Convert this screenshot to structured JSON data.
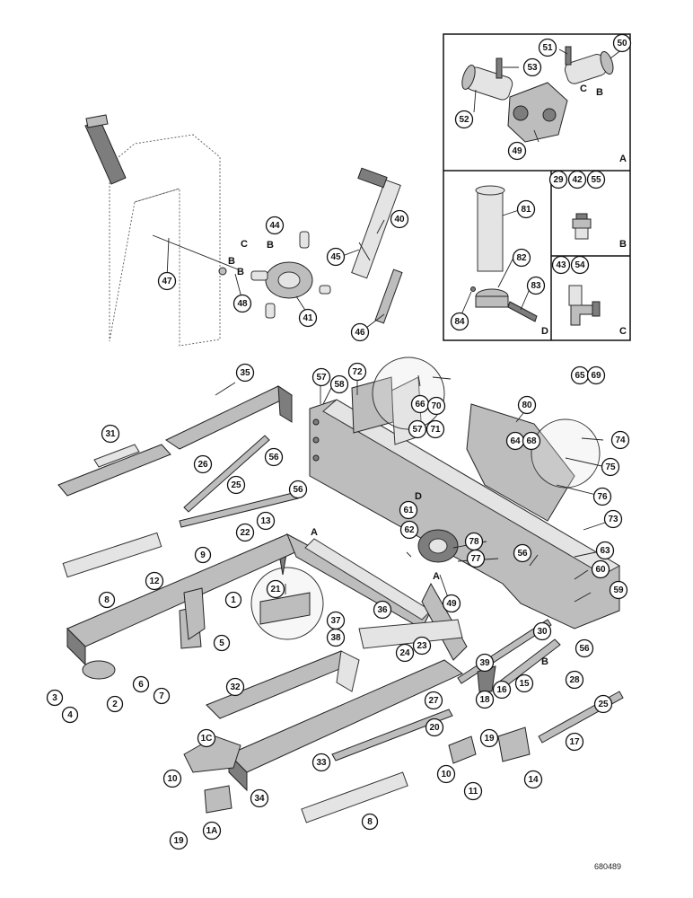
{
  "figure_code": "680489",
  "panel_letters": [
    "A",
    "B",
    "C",
    "D"
  ],
  "callouts": [
    {
      "id": "c50",
      "label": "50"
    },
    {
      "id": "c51",
      "label": "51"
    },
    {
      "id": "c53",
      "label": "53"
    },
    {
      "id": "c52",
      "label": "52"
    },
    {
      "id": "c49a",
      "label": "49"
    },
    {
      "id": "c29",
      "label": "29"
    },
    {
      "id": "c42",
      "label": "42"
    },
    {
      "id": "c55",
      "label": "55"
    },
    {
      "id": "c43",
      "label": "43"
    },
    {
      "id": "c54",
      "label": "54"
    },
    {
      "id": "c81",
      "label": "81"
    },
    {
      "id": "c82",
      "label": "82"
    },
    {
      "id": "c83",
      "label": "83"
    },
    {
      "id": "c84",
      "label": "84"
    },
    {
      "id": "c44",
      "label": "44"
    },
    {
      "id": "c40",
      "label": "40"
    },
    {
      "id": "c45",
      "label": "45"
    },
    {
      "id": "c47",
      "label": "47"
    },
    {
      "id": "c48",
      "label": "48"
    },
    {
      "id": "c41",
      "label": "41"
    },
    {
      "id": "c46",
      "label": "46"
    },
    {
      "id": "c57a",
      "label": "57"
    },
    {
      "id": "c58",
      "label": "58"
    },
    {
      "id": "c72",
      "label": "72"
    },
    {
      "id": "c65",
      "label": "65"
    },
    {
      "id": "c69",
      "label": "69"
    },
    {
      "id": "c66",
      "label": "66"
    },
    {
      "id": "c70",
      "label": "70"
    },
    {
      "id": "c57b",
      "label": "57"
    },
    {
      "id": "c71",
      "label": "71"
    },
    {
      "id": "c80",
      "label": "80"
    },
    {
      "id": "c64",
      "label": "64"
    },
    {
      "id": "c68",
      "label": "68"
    },
    {
      "id": "c74",
      "label": "74"
    },
    {
      "id": "c75",
      "label": "75"
    },
    {
      "id": "c76",
      "label": "76"
    },
    {
      "id": "c73",
      "label": "73"
    },
    {
      "id": "c63",
      "label": "63"
    },
    {
      "id": "c35",
      "label": "35"
    },
    {
      "id": "c31",
      "label": "31"
    },
    {
      "id": "c26a",
      "label": "26"
    },
    {
      "id": "c56a",
      "label": "56"
    },
    {
      "id": "c25a",
      "label": "25"
    },
    {
      "id": "c56b",
      "label": "56"
    },
    {
      "id": "c13",
      "label": "13"
    },
    {
      "id": "c22",
      "label": "22"
    },
    {
      "id": "c9",
      "label": "9"
    },
    {
      "id": "c12",
      "label": "12"
    },
    {
      "id": "c8a",
      "label": "8"
    },
    {
      "id": "c1",
      "label": "1"
    },
    {
      "id": "c21",
      "label": "21"
    },
    {
      "id": "c61",
      "label": "61"
    },
    {
      "id": "c62",
      "label": "62"
    },
    {
      "id": "c78",
      "label": "78"
    },
    {
      "id": "c77",
      "label": "77"
    },
    {
      "id": "c56c",
      "label": "56"
    },
    {
      "id": "c60",
      "label": "60"
    },
    {
      "id": "c59",
      "label": "59"
    },
    {
      "id": "c49b",
      "label": "49"
    },
    {
      "id": "c5",
      "label": "5"
    },
    {
      "id": "c37",
      "label": "37"
    },
    {
      "id": "c38",
      "label": "38"
    },
    {
      "id": "c36",
      "label": "36"
    },
    {
      "id": "c3",
      "label": "3"
    },
    {
      "id": "c4",
      "label": "4"
    },
    {
      "id": "c2",
      "label": "2"
    },
    {
      "id": "c6",
      "label": "6"
    },
    {
      "id": "c7",
      "label": "7"
    },
    {
      "id": "c24",
      "label": "24"
    },
    {
      "id": "c23",
      "label": "23"
    },
    {
      "id": "c39",
      "label": "39"
    },
    {
      "id": "c30",
      "label": "30"
    },
    {
      "id": "c56d",
      "label": "56"
    },
    {
      "id": "c28",
      "label": "28"
    },
    {
      "id": "c32",
      "label": "32"
    },
    {
      "id": "c27",
      "label": "27"
    },
    {
      "id": "c18",
      "label": "18"
    },
    {
      "id": "c16",
      "label": "16"
    },
    {
      "id": "c15",
      "label": "15"
    },
    {
      "id": "c25b",
      "label": "25"
    },
    {
      "id": "c20",
      "label": "20"
    },
    {
      "id": "c19a",
      "label": "19"
    },
    {
      "id": "c17",
      "label": "17"
    },
    {
      "id": "c1c",
      "label": "1C"
    },
    {
      "id": "c33",
      "label": "33"
    },
    {
      "id": "c10a",
      "label": "10"
    },
    {
      "id": "c10b",
      "label": "10"
    },
    {
      "id": "c11",
      "label": "11"
    },
    {
      "id": "c14",
      "label": "14"
    },
    {
      "id": "c34",
      "label": "34"
    },
    {
      "id": "c19b",
      "label": "19"
    },
    {
      "id": "c1a",
      "label": "1A"
    },
    {
      "id": "c8b",
      "label": "8"
    }
  ],
  "inline_letters": [
    {
      "id": "L_C_inset",
      "label": "C"
    },
    {
      "id": "L_B_inset",
      "label": "B"
    },
    {
      "id": "L_C_left",
      "label": "C"
    },
    {
      "id": "L_B_left1",
      "label": "B"
    },
    {
      "id": "L_B_left2",
      "label": "B"
    },
    {
      "id": "L_B_left3",
      "label": "B"
    },
    {
      "id": "L_A_upper",
      "label": "A"
    },
    {
      "id": "L_D_mid",
      "label": "D"
    },
    {
      "id": "L_A_mid",
      "label": "A"
    },
    {
      "id": "L_B_lower",
      "label": "B"
    }
  ]
}
